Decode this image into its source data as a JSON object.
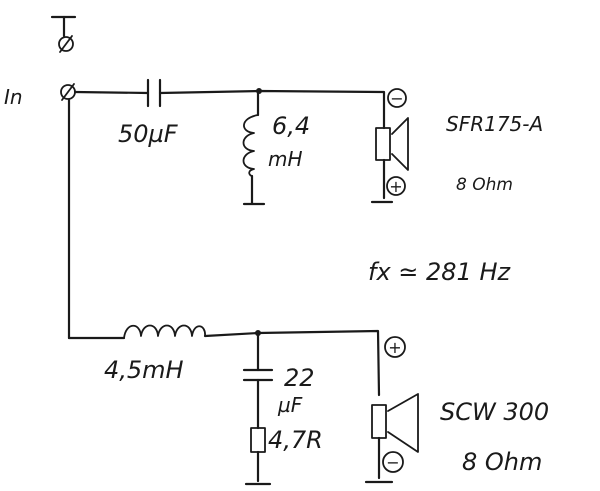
{
  "input": {
    "label": "In"
  },
  "tweeter": {
    "model": "SFR175-A",
    "impedance": "8 Ohm",
    "terminal_top": "−",
    "terminal_bottom": "+"
  },
  "woofer": {
    "model": "SCW 300",
    "impedance": "8 Ohm",
    "terminal_top": "+",
    "terminal_bottom": "−"
  },
  "high_pass": {
    "capacitor": "50µF",
    "inductor_value": "6,4",
    "inductor_unit": "mH"
  },
  "low_pass": {
    "inductor": "4,5mH",
    "capacitor_value": "22",
    "capacitor_unit": "µF",
    "resistor": "4,7R"
  },
  "crossover": {
    "frequency": "fx ≃ 281 Hz"
  },
  "colors": {
    "ink": "#1a1a1a",
    "paper": "#ffffff"
  }
}
